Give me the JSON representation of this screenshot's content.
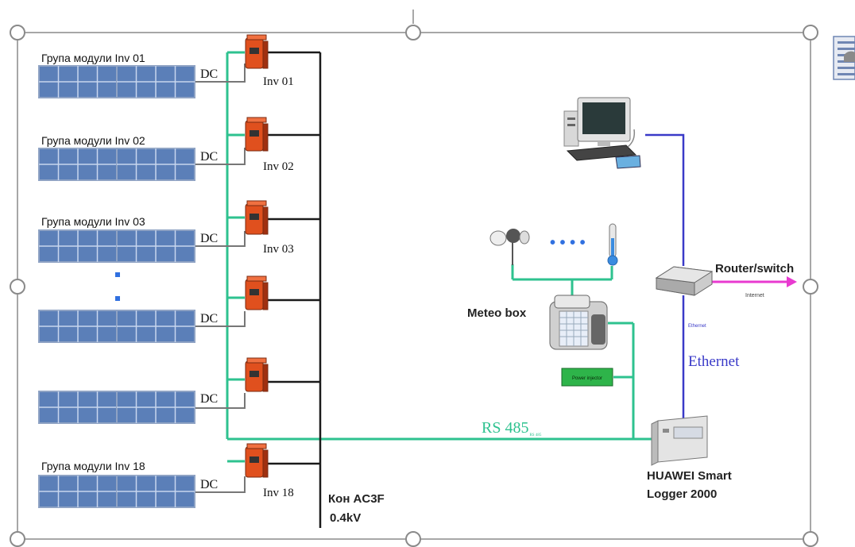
{
  "groups": [
    {
      "label": "Група модули Inv 01",
      "dc": "DC",
      "inverter": "Inv 01"
    },
    {
      "label": "Група модули Inv 02",
      "dc": "DC",
      "inverter": "Inv 02"
    },
    {
      "label": "Група модули Inv 03",
      "dc": "DC",
      "inverter": "Inv 03"
    },
    {
      "label": "",
      "dc": "DC",
      "inverter": ""
    },
    {
      "label": "",
      "dc": "DC",
      "inverter": ""
    },
    {
      "label": "Група модули Inv 18",
      "dc": "DC",
      "inverter": "Inv 18"
    }
  ],
  "ac_bus": {
    "line1": "Кон AC3F",
    "line2": "0.4kV"
  },
  "rs485": {
    "label": "RS 485",
    "sub": "RS 485"
  },
  "meteo": {
    "label": "Meteo box",
    "dots": "• • • •"
  },
  "power_injector": {
    "label": "Power injector"
  },
  "router": {
    "label": "Router/switch",
    "internet": "Internet"
  },
  "ethernet": {
    "label": "Ethernet",
    "small": "Ethernet"
  },
  "logger": {
    "line1": "HUAWEI Smart",
    "line2": "Logger 2000"
  },
  "colors": {
    "rs485": "#2ec28f",
    "ethernet": "#3a3ac8",
    "internet": "#e83ad0",
    "frame": "#8a8a8a",
    "inverter": "#e0501e",
    "panel": "#5b7fb8",
    "ac_bus": "#1a1a1a"
  }
}
